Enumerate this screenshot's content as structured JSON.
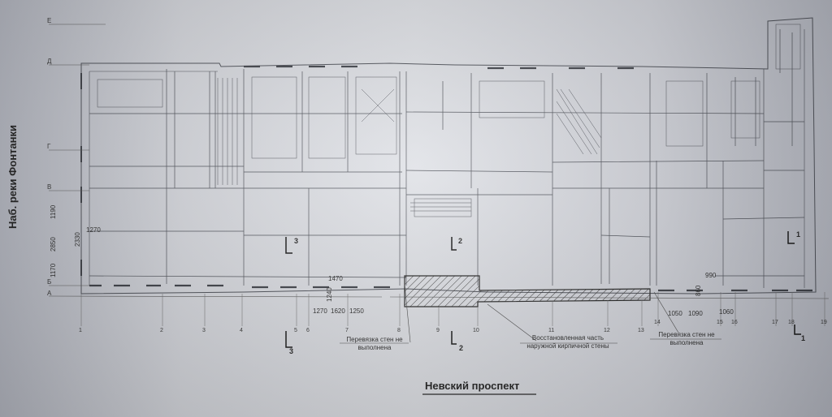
{
  "street_label": "Невский проспект",
  "embankment_label": "Наб. реки Фонтанки",
  "notes": {
    "left": [
      "Перевязка стен не",
      "выполнена"
    ],
    "center": [
      "Восстановленная часть",
      "наружной кирпичной стены"
    ],
    "right": [
      "Перевязка стен не",
      "выполнена"
    ]
  },
  "dimensions": {
    "d1190": "1190",
    "d1270a": "1270",
    "d2850": "2850",
    "d2330": "2330",
    "d1170": "1170",
    "d1470": "1470",
    "d1240": "1240",
    "d1270b": "1270",
    "d1620": "1620",
    "d1250": "1250",
    "d990": "990",
    "d860": "860",
    "d1050": "1050",
    "d1090": "1090",
    "d1060": "1060"
  },
  "row_axes": [
    "Е",
    "Д",
    "Г",
    "В",
    "Б",
    "А"
  ],
  "column_axes": [
    "1",
    "2",
    "3",
    "4",
    "5",
    "6",
    "7",
    "8",
    "9",
    "10",
    "11",
    "12",
    "13",
    "14",
    "15",
    "16",
    "17",
    "18",
    "19"
  ],
  "section_marks": [
    "3",
    "3",
    "2",
    "2",
    "1",
    "1"
  ]
}
